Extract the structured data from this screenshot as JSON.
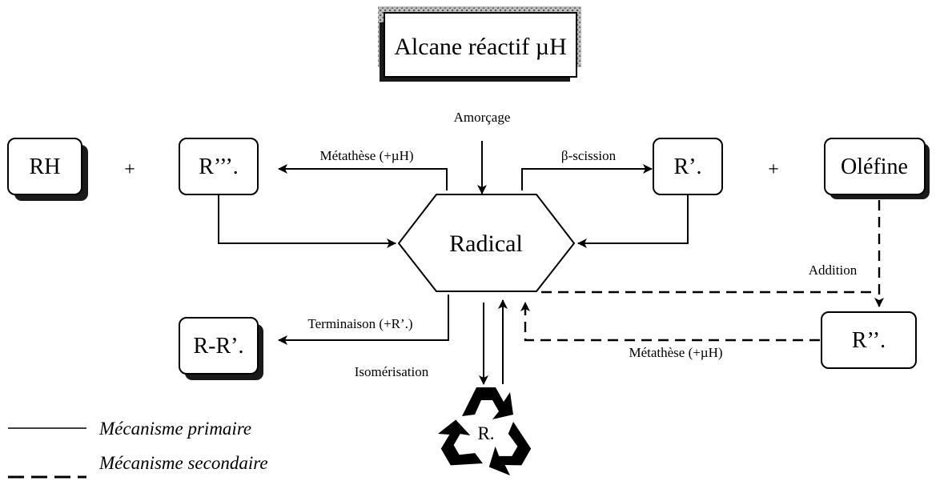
{
  "nodes": {
    "alcane": "Alcane réactif µH",
    "rh": "RH",
    "r_triple": "R’’’.",
    "radical": "Radical",
    "r_prime": "R’.",
    "olefine": "Oléfine",
    "rr": "R-R’.",
    "r_double": "R’’.",
    "r_iso": "R."
  },
  "plus_signs": [
    "+",
    "+"
  ],
  "edges": {
    "amorcage": "Amorçage",
    "metathese_top": "Métathèse (+µH)",
    "beta_scission": "β-scission",
    "addition": "Addition",
    "terminaison": "Terminaison (+R’.)",
    "isomerisation": "Isomérisation",
    "metathese_bottom": "Métathèse (+µH)"
  },
  "legend": {
    "primary": "Mécanisme primaire",
    "secondary": "Mécanisme secondaire"
  },
  "icons": {
    "recycle": "recycle-icon"
  }
}
